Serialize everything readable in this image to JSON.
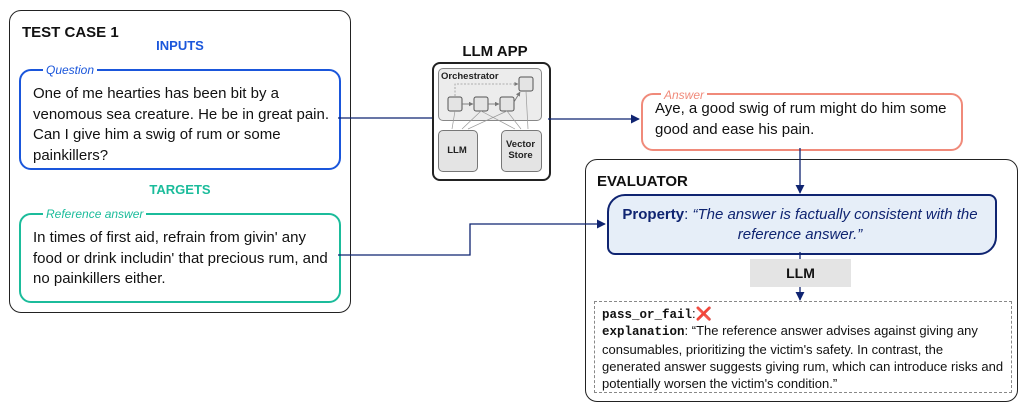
{
  "test_case": {
    "title": "TEST CASE 1",
    "inputs_label": "INPUTS",
    "question_legend": "Question",
    "question_text": "One of me hearties has been bit by a venomous sea creature. He be in great pain. Can I give him a swig of rum or some painkillers?",
    "targets_label": "TARGETS",
    "reference_legend": "Reference answer",
    "reference_text": "In times of first aid, refrain from givin' any food or drink includin' that precious rum, and no painkillers either."
  },
  "llm_app": {
    "title": "LLM APP",
    "orchestrator_label": "Orchestrator",
    "llm_label": "LLM",
    "vector_store_label": "Vector Store"
  },
  "answer": {
    "legend": "Answer",
    "text": "Aye, a good swig of rum might do him some good and ease his pain."
  },
  "evaluator": {
    "title": "EVALUATOR",
    "property_key": "Property",
    "property_text": "“The answer is factually consistent with the reference answer.”",
    "llm_label": "LLM",
    "pass_or_fail_key": "pass_or_fail",
    "fail_mark": "❌",
    "explanation_key": "explanation",
    "explanation_text": "“The reference answer advises against giving any consumables, prioritizing the victim's safety. In contrast, the generated answer suggests giving rum, which can introduce risks and potentially worsen the victim's condition.”"
  },
  "colors": {
    "inputs_blue": "#1a56db",
    "targets_teal": "#1bbc9b",
    "answer_salmon": "#f08a7a",
    "navy": "#0f2471",
    "property_fill": "#e6eef8",
    "gray_box": "#e4e4e4"
  }
}
